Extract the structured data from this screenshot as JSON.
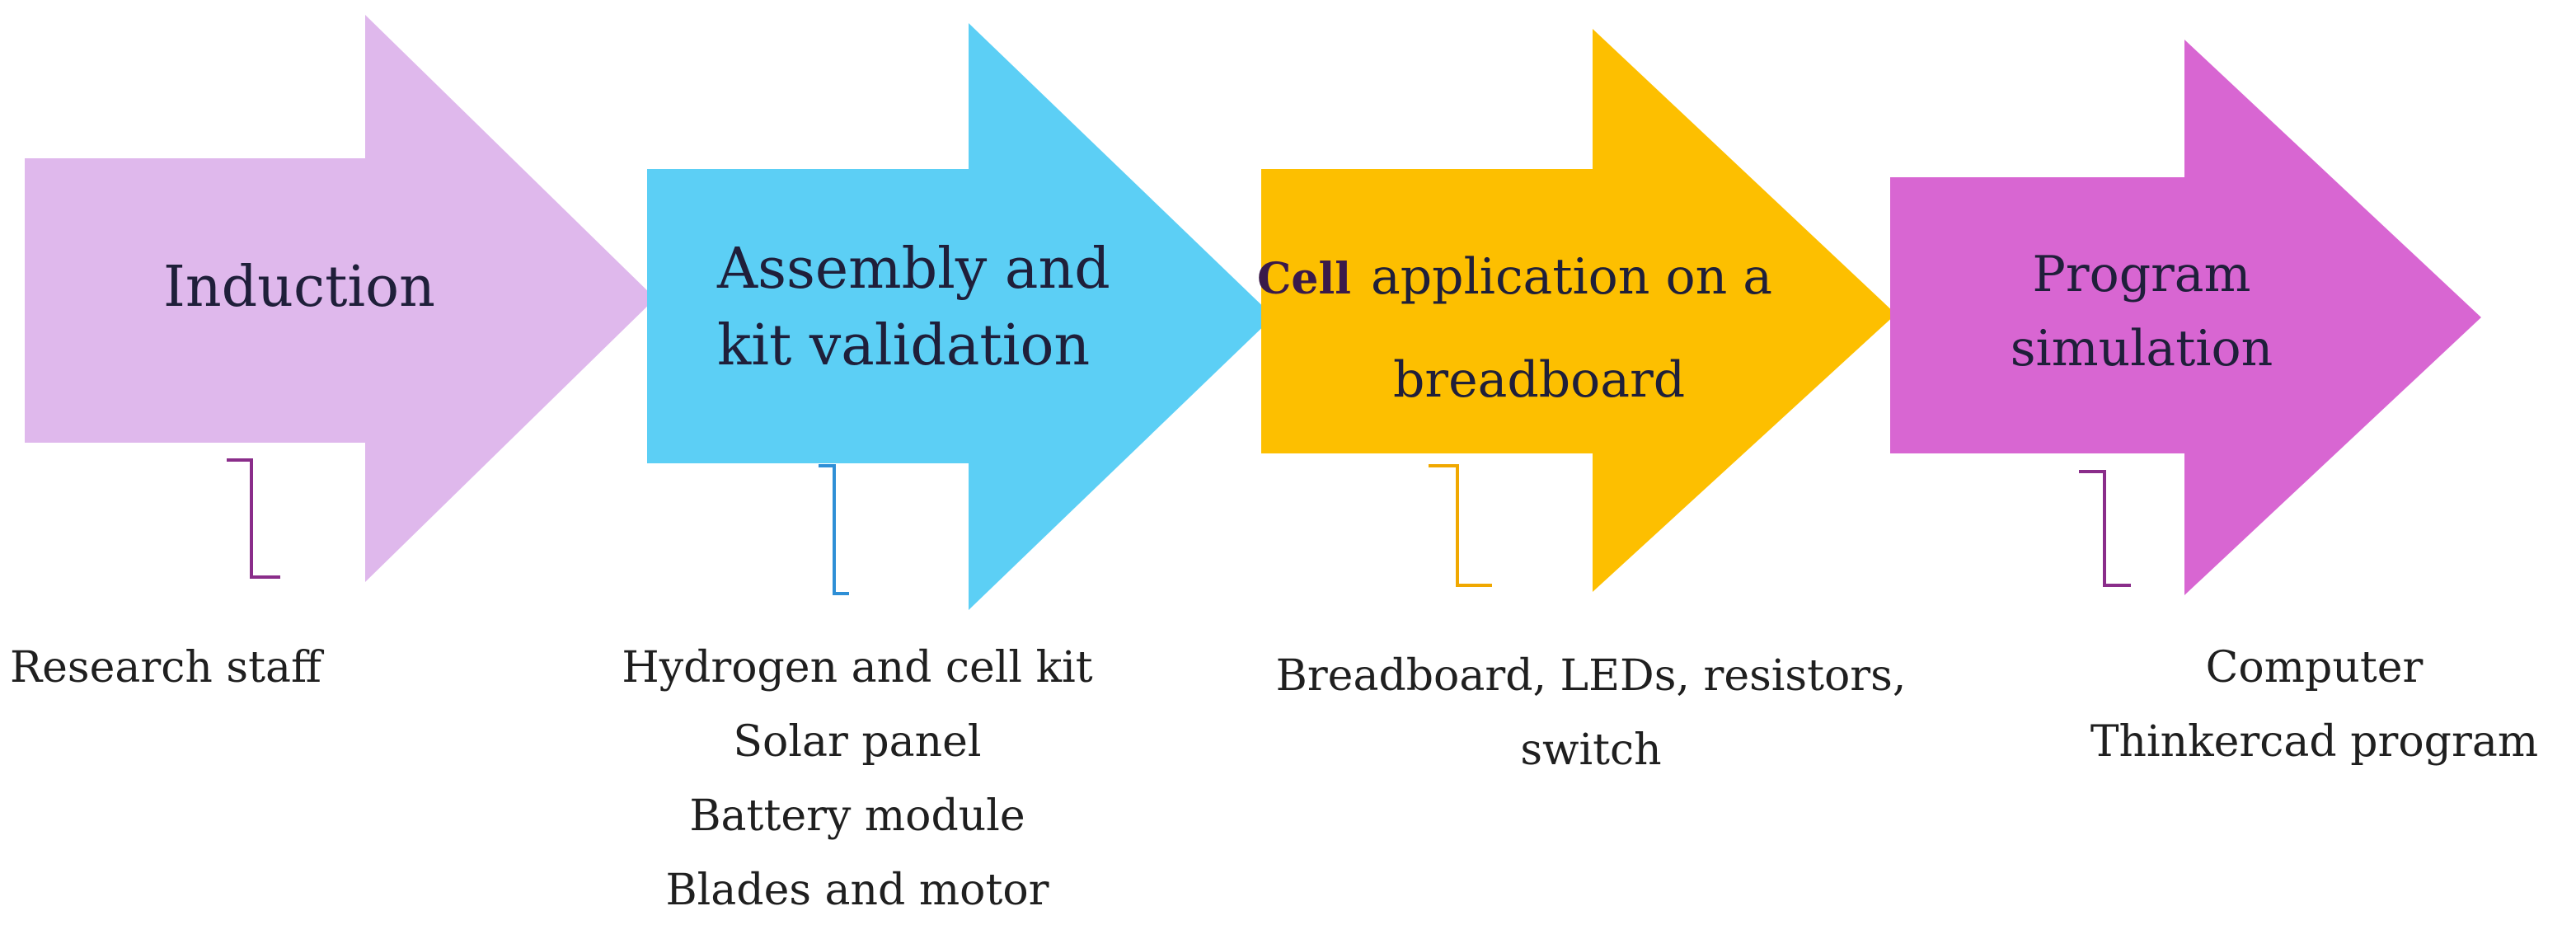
{
  "steps": [
    {
      "lines": [
        "Induction"
      ],
      "color": "#dfb8ec",
      "bracket_color": "#8a2d8a",
      "resources": [
        "Research staff"
      ]
    },
    {
      "lines": [
        "Assembly and",
        "kit validation"
      ],
      "color": "#5ccff5",
      "bracket_color": "#2e8fd6",
      "resources": [
        "Hydrogen and cell kit",
        "Solar panel",
        "Battery module",
        "Blades and motor"
      ]
    },
    {
      "lead_word": "Cell",
      "lines": [
        "application on a",
        "breadboard"
      ],
      "color": "#fdbf00",
      "bracket_color": "#f0a800",
      "resources": [
        "Breadboard, LEDs, resistors,",
        "switch"
      ]
    },
    {
      "lines": [
        "Program",
        "simulation"
      ],
      "color": "#d866d2",
      "bracket_color": "#8a2d8a",
      "resources": [
        "Computer",
        "Thinkercad program"
      ]
    }
  ]
}
